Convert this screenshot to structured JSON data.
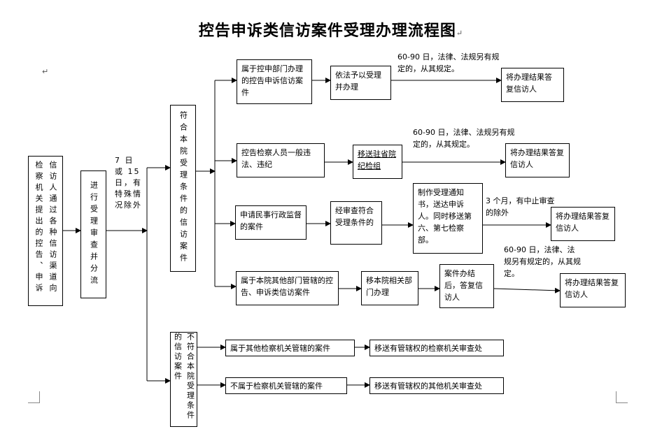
{
  "title": "控告申诉类信访案件受理办理流程图",
  "para_mark": "↵",
  "source": "信访人通过各种信访渠道向检察机关提出的控告、申诉",
  "review": "进行受理审查并分流",
  "time_note": "7 日或 15 日，有特殊情况除外",
  "accept": "符合本院受理条件的信访案件",
  "reject": "不符合本院受理条件的信访案件",
  "branches": [
    {
      "case": "属于控申部门办理的控告申诉信访案件",
      "step": "依法予以受理并办理",
      "note": "60-90 日，法律、法规另有规定的，从其规定。",
      "result": "将办理结果答复信访人"
    },
    {
      "case": "控告检察人员一般违法、违纪",
      "step": "移送驻省院纪检组",
      "note": "60-90 日，法律、法规另有规定的，从其规定。",
      "result": "将办理结果答复信访人"
    },
    {
      "case": "申请民事行政监督的案件",
      "step": "经审查符合受理条件的",
      "step2": "制作受理通知书，送达申诉人。同时移送第六、第七检察部。",
      "note": "3 个月，有中止审查的除外",
      "result": "将办理结果答复信访人"
    },
    {
      "case": "属于本院其他部门管辖的控告、申诉类信访案件",
      "step": "移本院相关部门办理",
      "step2": "案件办结后，答复信访人",
      "note": "60-90 日，法律、法规另有规定的，从其规定。",
      "result": "将办理结果答复信访人"
    }
  ],
  "reject_branches": [
    {
      "case": "属于其他检察机关管辖的案件",
      "result": "移送有管辖权的检察机关审查处"
    },
    {
      "case": "不属于检察机关管辖的案件",
      "result": "移送有管辖权的其他机关审查处"
    }
  ]
}
